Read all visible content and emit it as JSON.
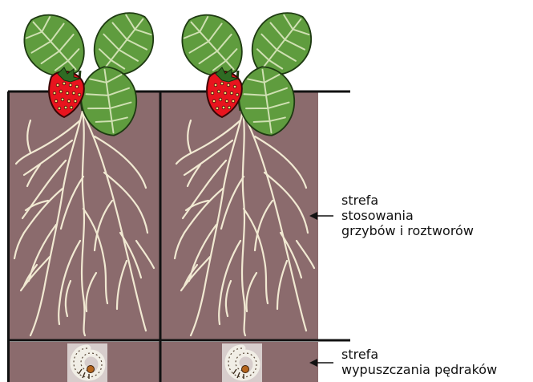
{
  "labels": {
    "upper_zone": [
      "strefa",
      "stosowania",
      "grzybów i roztworów"
    ],
    "lower_zone": [
      "strefa",
      "wypuszczania pędraków"
    ]
  },
  "colors": {
    "soil": "#8b6b6d",
    "root": "#f1e9d2",
    "leaf": "#5f9c3e",
    "leaf_vein": "#cfe0b2",
    "strawberry": "#e8141e",
    "seed": "#ffe37a",
    "grub_tile": "#d7cdcc"
  },
  "icons": {
    "plant": "strawberry-plant-icon",
    "grub": "grub-larva-icon"
  }
}
